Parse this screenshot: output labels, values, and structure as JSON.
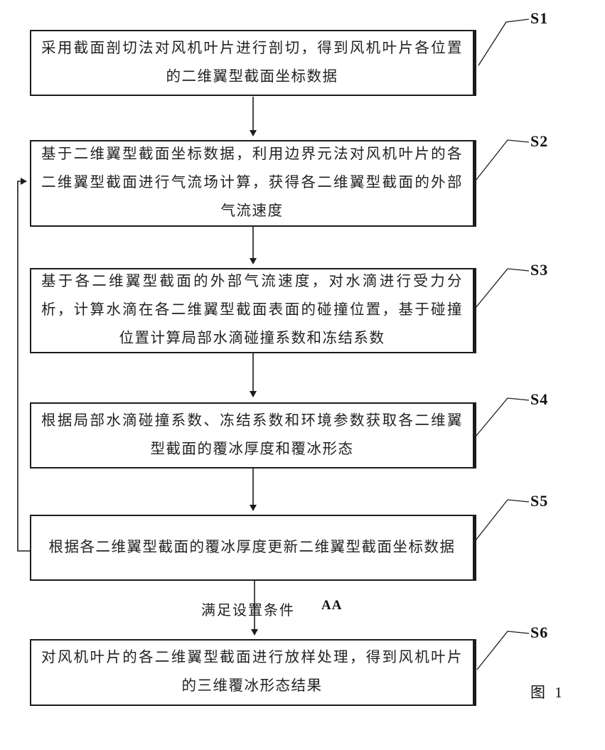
{
  "figure": {
    "caption": "图 1",
    "loop_exit_label": "满足设置条件",
    "loop_ref_label": "AA",
    "steps": [
      {
        "id": "S1",
        "text": "采用截面剖切法对风机叶片进行剖切，得到风机叶片各位置的二维翼型截面坐标数据"
      },
      {
        "id": "S2",
        "text": "基于二维翼型截面坐标数据，利用边界元法对风机叶片的各二维翼型截面进行气流场计算，获得各二维翼型截面的外部气流速度"
      },
      {
        "id": "S3",
        "text": "基于各二维翼型截面的外部气流速度，对水滴进行受力分析，计算水滴在各二维翼型截面表面的碰撞位置，基于碰撞位置计算局部水滴碰撞系数和冻结系数"
      },
      {
        "id": "S4",
        "text": "根据局部水滴碰撞系数、冻结系数和环境参数获取各二维翼型截面的覆冰厚度和覆冰形态"
      },
      {
        "id": "S5",
        "text": "根据各二维翼型截面的覆冰厚度更新二维翼型截面坐标数据"
      },
      {
        "id": "S6",
        "text": "对风机叶片的各二维翼型截面进行放样处理，得到风机叶片的三维覆冰形态结果"
      }
    ],
    "colors": {
      "line": "#1c1c1c",
      "text": "#222222",
      "background": "#ffffff"
    }
  }
}
